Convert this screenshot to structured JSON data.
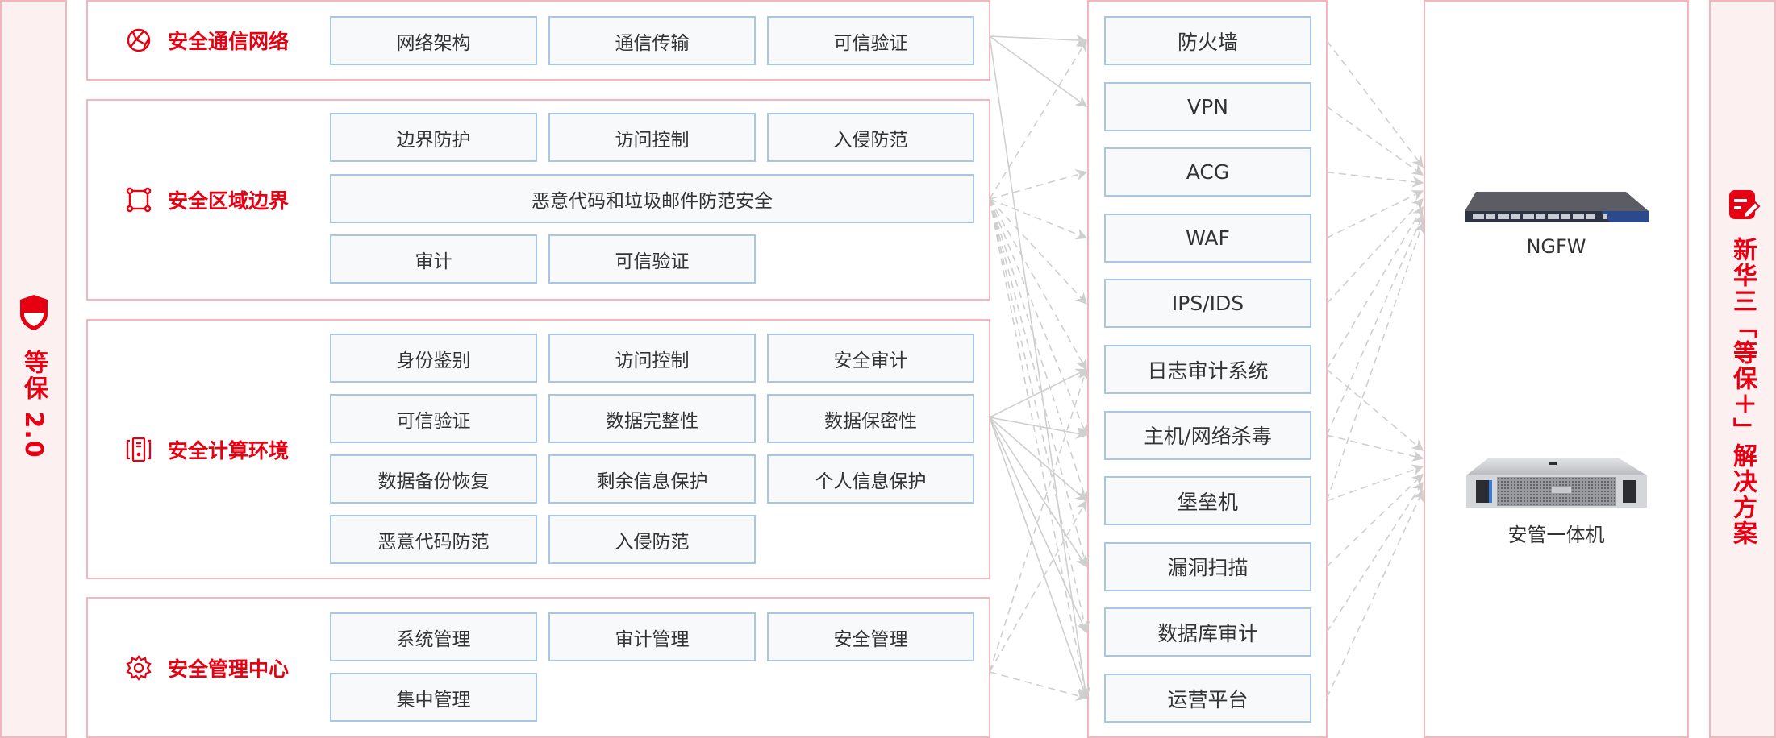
{
  "left_bar": {
    "label": "等保 2.0",
    "icon": "shield-icon"
  },
  "right_bar": {
    "label": "新华三「等保＋」解决方案",
    "icon": "edit-document-icon"
  },
  "sections": [
    {
      "title": "安全通信网络",
      "icon": "globe-network-icon",
      "rows": [
        [
          "网络架构",
          "通信传输",
          "可信验证"
        ]
      ]
    },
    {
      "title": "安全区域边界",
      "icon": "boundary-nodes-icon",
      "rows": [
        [
          "边界防护",
          "访问控制",
          "入侵防范"
        ],
        [
          "恶意代码和垃圾邮件防范安全"
        ],
        [
          "审计",
          "可信验证"
        ]
      ]
    },
    {
      "title": "安全计算环境",
      "icon": "server-icon",
      "rows": [
        [
          "身份鉴别",
          "访问控制",
          "安全审计"
        ],
        [
          "可信验证",
          "数据完整性",
          "数据保密性"
        ],
        [
          "数据备份恢复",
          "剩余信息保护",
          "个人信息保护"
        ],
        [
          "恶意代码防范",
          "入侵防范"
        ]
      ]
    },
    {
      "title": "安全管理中心",
      "icon": "gear-icon",
      "rows": [
        [
          "系统管理",
          "审计管理",
          "安全管理"
        ],
        [
          "集中管理"
        ]
      ]
    }
  ],
  "products": [
    "防火墙",
    "VPN",
    "ACG",
    "WAF",
    "IPS/IDS",
    "日志审计系统",
    "主机/网络杀毒",
    "堡垒机",
    "漏洞扫描",
    "数据库审计",
    "运营平台"
  ],
  "devices": [
    {
      "label": "NGFW",
      "image": "firewall-appliance"
    },
    {
      "label": "安管一体机",
      "image": "rack-server"
    }
  ],
  "connections": {
    "section_to_product": [
      {
        "section": 0,
        "style": "solid",
        "targets": [
          0,
          1,
          10
        ]
      },
      {
        "section": 1,
        "style": "dashed",
        "targets": [
          0,
          2,
          3,
          4,
          5,
          6,
          7,
          8,
          9,
          10
        ]
      },
      {
        "section": 2,
        "style": "solid",
        "targets": [
          5,
          6,
          7,
          8,
          9,
          10
        ]
      },
      {
        "section": 3,
        "style": "dashed",
        "targets": [
          5,
          7,
          10
        ]
      }
    ],
    "product_to_device": [
      {
        "device": 0,
        "products": [
          0,
          1,
          2,
          3,
          4,
          5,
          6,
          7
        ]
      },
      {
        "device": 1,
        "products": [
          5,
          6,
          7,
          8,
          9,
          10
        ]
      }
    ]
  },
  "colors": {
    "accent_red": "#e60012",
    "panel_border": "#f2b6bc",
    "item_border": "#a9c6e6",
    "item_fill": "#f8f9fb",
    "line": "#cfcfcf"
  }
}
